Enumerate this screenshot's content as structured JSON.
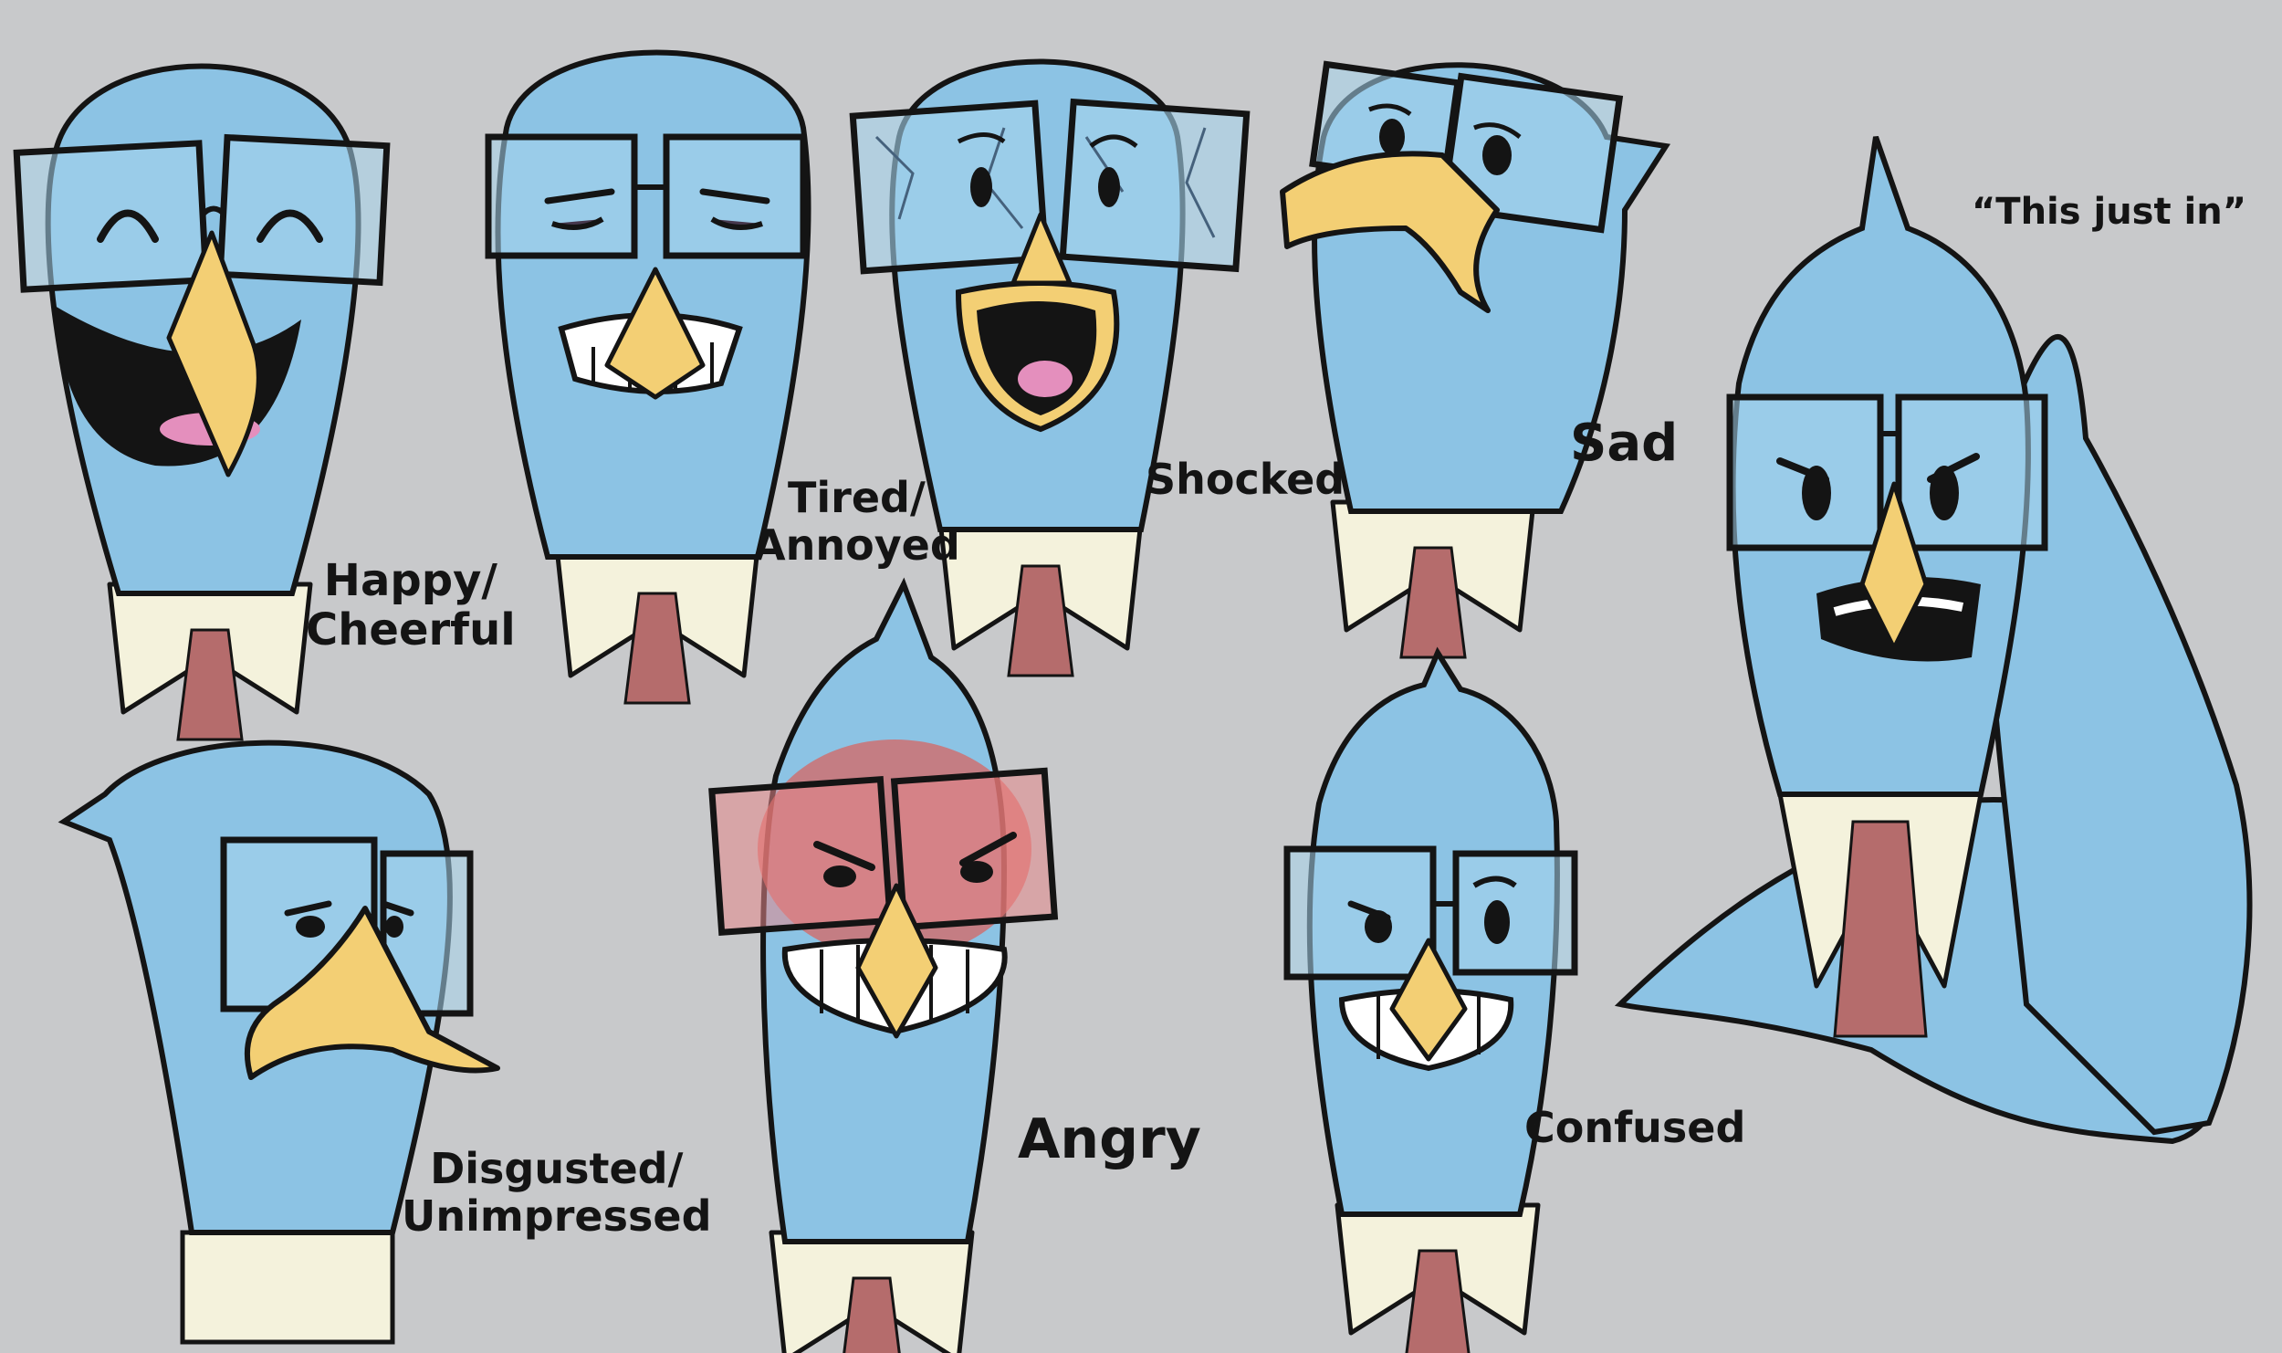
{
  "sheet": {
    "background": "#c8c9cb",
    "palette": {
      "feather": "#8cc3e4",
      "feather_dark": "#7394bf",
      "beak": "#f3cf74",
      "tongue": "#e48fbd",
      "collar": "#f4f2dc",
      "tie": "#b56c6c",
      "anger_blush": "#e2584f",
      "line": "#141414"
    }
  },
  "expressions": [
    {
      "id": "happy",
      "icon": "happy-face-icon",
      "lines": [
        "Happy/",
        "Cheerful"
      ]
    },
    {
      "id": "tired",
      "icon": "tired-face-icon",
      "lines": [
        "Tired/",
        "Annoyed"
      ]
    },
    {
      "id": "shocked",
      "icon": "shocked-face-icon",
      "lines": [
        "Shocked"
      ]
    },
    {
      "id": "sad",
      "icon": "sad-face-icon",
      "lines": [
        "Sad"
      ]
    },
    {
      "id": "disgusted",
      "icon": "disgusted-face-icon",
      "lines": [
        "Disgusted/",
        "Unimpressed"
      ]
    },
    {
      "id": "angry",
      "icon": "angry-face-icon",
      "lines": [
        "Angry"
      ]
    },
    {
      "id": "confused",
      "icon": "confused-face-icon",
      "lines": [
        "Confused"
      ]
    },
    {
      "id": "this-just-in",
      "icon": "news-pose-icon",
      "lines": [
        "“This just in”"
      ]
    }
  ]
}
